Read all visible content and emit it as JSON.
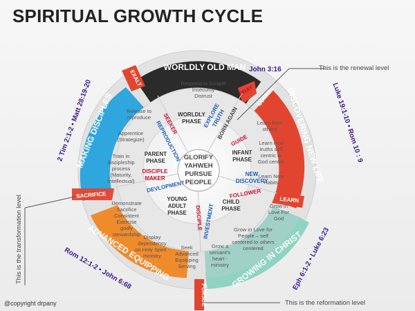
{
  "title": "SPIRITUAL GROWTH CYCLE",
  "copyright": "@copyright drpany",
  "bands": {
    "top": "WORLDLY OLD MAN",
    "right": "DISCOVERING NEW LIFE",
    "bottom_right": "GROWING IN CHRIST",
    "bottom_left": "ADVANCED EQUIPPING",
    "left": "MAKING DISCIPLES"
  },
  "band_words": {
    "pray": "PRAY",
    "connect": "CONNECT",
    "learn": "LEARN",
    "pursue": "PURSUE",
    "sacrifice": "SACRIFICE",
    "exalt": "EXALT"
  },
  "refs": {
    "john": "John 3:16",
    "luke": "Luke 19:1-10 • Rom 10 : 9",
    "eph": "Eph 6:1-2 • Luke 6:23",
    "rom": "Rom 12:1-2 • John 6:68",
    "tim": "2 Tim 2:1-2 • Matt 28:19-20"
  },
  "annotations": {
    "renewal": "This is the renewal level",
    "transformation": "This is the transformation level",
    "reformation": "This is the reformation level"
  },
  "center": [
    "GLORIFY",
    "YAHWEH",
    "PURSUE",
    "PEOPLE"
  ],
  "phases": {
    "worldly": [
      "WORLDLY",
      "PHASE"
    ],
    "infant": [
      "INFANT",
      "PHASE"
    ],
    "child": [
      "CHILD",
      "PHASE"
    ],
    "young_adult": [
      "YOUNG",
      "ADULT",
      "PHASE"
    ],
    "parent": [
      "PARENT",
      "PHASE"
    ]
  },
  "ring_words": {
    "seeker": "SEEKER",
    "explore_truth": [
      "EXPLORE",
      "TRUTH"
    ],
    "born_again": "BORN AGAIN",
    "guide": "GUIDE",
    "new_discovery": [
      "NEW",
      "DISCOVERY"
    ],
    "follower": "FOLLOWER",
    "investment": "INVESTMENT",
    "disciple": "DISCIPLE",
    "development": "DEVLOPMENT",
    "disciple_maker": [
      "DISCIPLE",
      "MAKER"
    ],
    "reproduction": "REPRODUCTION"
  },
  "outer_texts": {
    "top": [
      "Respond to Gospel",
      "Insecurity",
      "Distrust"
    ],
    "learn_from": [
      "Learn from",
      "others"
    ],
    "learn_new_truths": [
      "Learn new",
      "truths self",
      "centric to",
      "God centric"
    ],
    "learn_new_habits": [
      "Learn New",
      "Habits"
    ],
    "grow_love": [
      "Grow in",
      "Love For",
      "God"
    ],
    "grow_love_people": [
      "Grow in Love for",
      "People – self",
      "centered to others",
      "centered"
    ],
    "servant": [
      "Grow a",
      "servant's",
      "heart -",
      "ministry"
    ],
    "seek": [
      "Seek",
      "Advanced",
      "Equipping",
      "Serving"
    ],
    "display": [
      "Display",
      "dependency",
      "on Holy Spirit -",
      "ministry"
    ],
    "demonstrate": [
      "Demonstrate",
      "Sacrifice",
      "Consistent",
      "Exercise",
      "godly",
      "stewardship"
    ],
    "train": [
      "Train in",
      "discipleship",
      "process",
      "(Maturity,",
      "Intellectual)"
    ],
    "apprentice": [
      "Apprentice",
      "(Strategize)"
    ],
    "release": [
      "Release to",
      "reproduce"
    ]
  },
  "colors": {
    "top": "#2b2b2b",
    "right": "#e2452f",
    "bottom_right": "#8fd3c0",
    "bottom_left": "#f08b2c",
    "left": "#2fa6de",
    "ring_word_red": "#c8102e",
    "ring_word_blue": "#1f5fb4",
    "ref": "#3b1a8a"
  }
}
